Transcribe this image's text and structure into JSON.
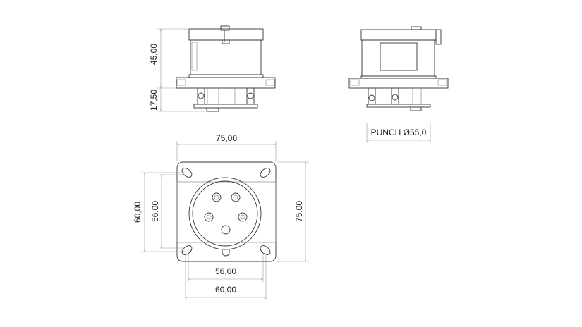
{
  "front_view": {
    "dim_height_body": "45,00",
    "dim_height_bottom": "17,50"
  },
  "side_view": {
    "punch_label": "PUNCH Ø55,0"
  },
  "bottom_view": {
    "dim_width_total": "75,00",
    "dim_height_total": "75,00",
    "dim_height_holes_outer": "60,00",
    "dim_height_holes_inner": "56,00",
    "dim_width_holes_inner": "56,00",
    "dim_width_holes_outer": "60,00"
  }
}
